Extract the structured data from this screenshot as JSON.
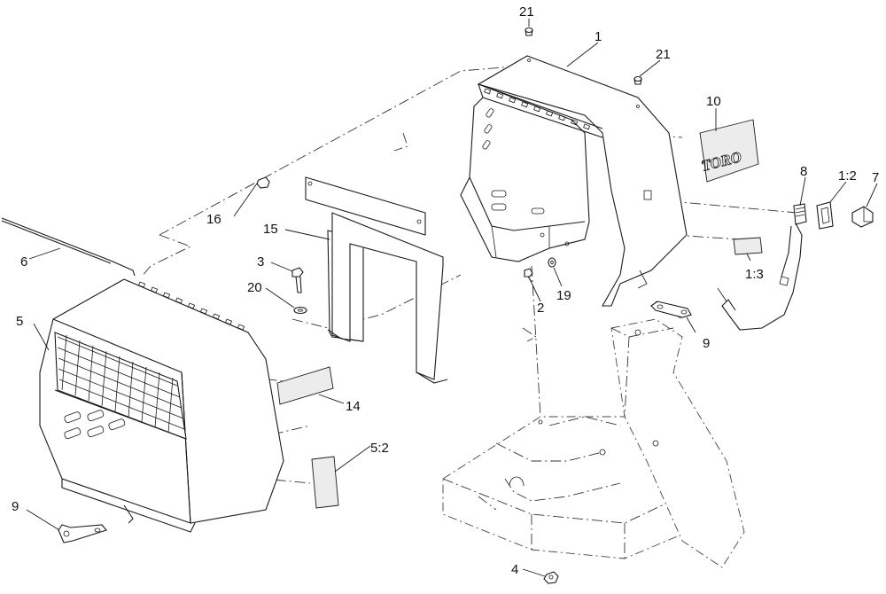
{
  "callouts": {
    "c1": "1",
    "c1_2": "1:2",
    "c1_3": "1:3",
    "c2": "2",
    "c3": "3",
    "c4": "4",
    "c5": "5",
    "c5_2": "5:2",
    "c6": "6",
    "c7": "7",
    "c8": "8",
    "c9a": "9",
    "c9b": "9",
    "c10": "10",
    "c14": "14",
    "c15": "15",
    "c16": "16",
    "c19": "19",
    "c20": "20",
    "c21a": "21",
    "c21b": "21"
  },
  "decal_logo": "TORO"
}
